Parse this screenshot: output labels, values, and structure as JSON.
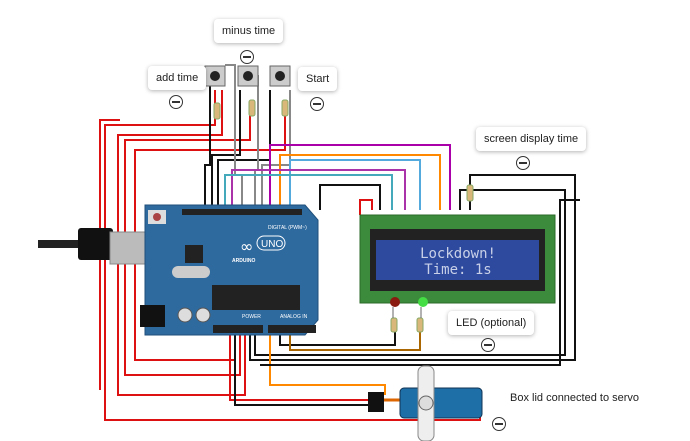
{
  "annotations": {
    "add_time": "add time",
    "minus_time": "minus time",
    "start": "Start",
    "screen_display_time": "screen display time",
    "led_optional": "LED (optional)",
    "servo_note": "Box lid connected to servo"
  },
  "lcd": {
    "line1": "Lockdown!",
    "line2": "Time: 1s",
    "backlight_color": "#2e4a9e"
  },
  "arduino": {
    "brand": "ARDUINO",
    "model": "UNO",
    "digital_label": "DIGITAL (PWM~)",
    "power_label": "POWER",
    "analog_label": "ANALOG IN",
    "board_color": "#2f6a9f"
  },
  "icons": {
    "annotation_toggle": "minus-circle-icon"
  }
}
